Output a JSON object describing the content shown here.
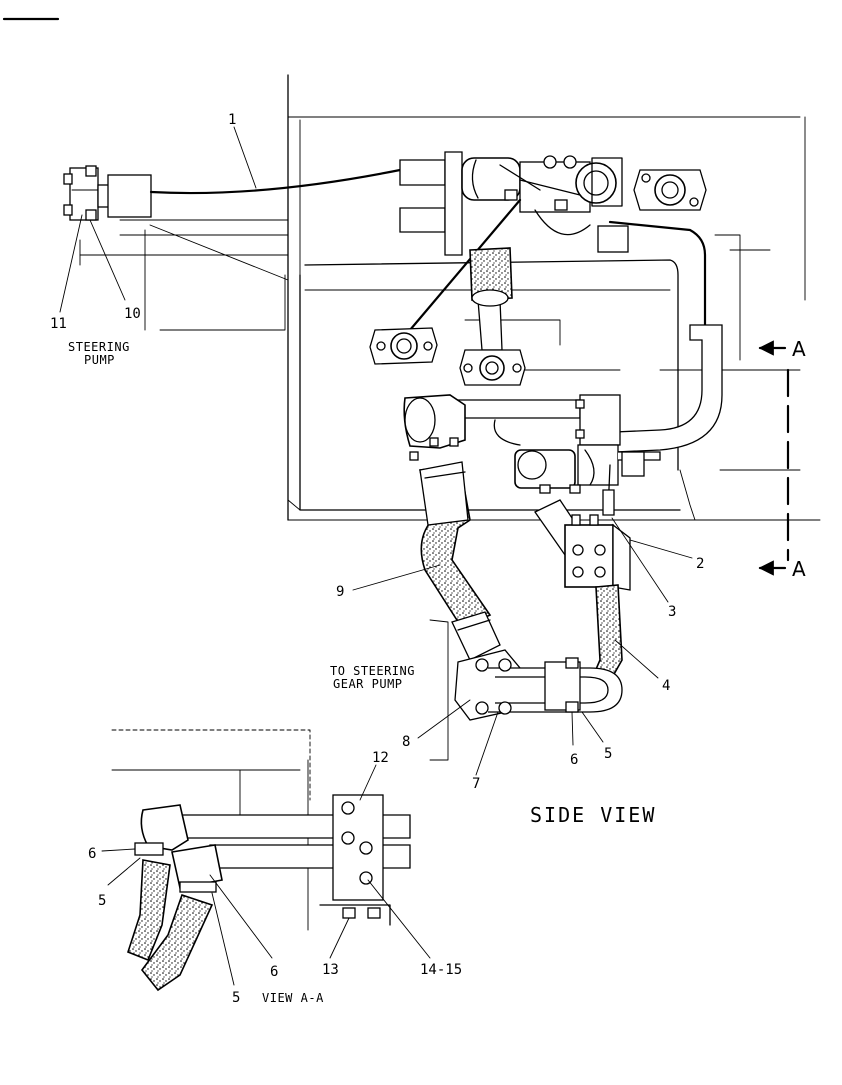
{
  "callouts": {
    "c1": "1",
    "c2": "2",
    "c3": "3",
    "c4": "4",
    "c5": "5",
    "c6": "6",
    "c7": "7",
    "c8": "8",
    "c9": "9",
    "c10": "10",
    "c11": "11",
    "c12": "12",
    "c13": "13",
    "c14_15": "14-15",
    "v_c5a": "5",
    "v_c6a": "6",
    "v_c5b": "5",
    "v_c6b": "6"
  },
  "text": {
    "steering_pump_1": "STEERING",
    "steering_pump_2": "PUMP",
    "to_steering_1": "TO STEERING",
    "to_steering_2": "GEAR PUMP",
    "side_view": "SIDE VIEW",
    "view_aa": "VIEW A-A",
    "section_top": "A",
    "section_bottom": "A"
  }
}
